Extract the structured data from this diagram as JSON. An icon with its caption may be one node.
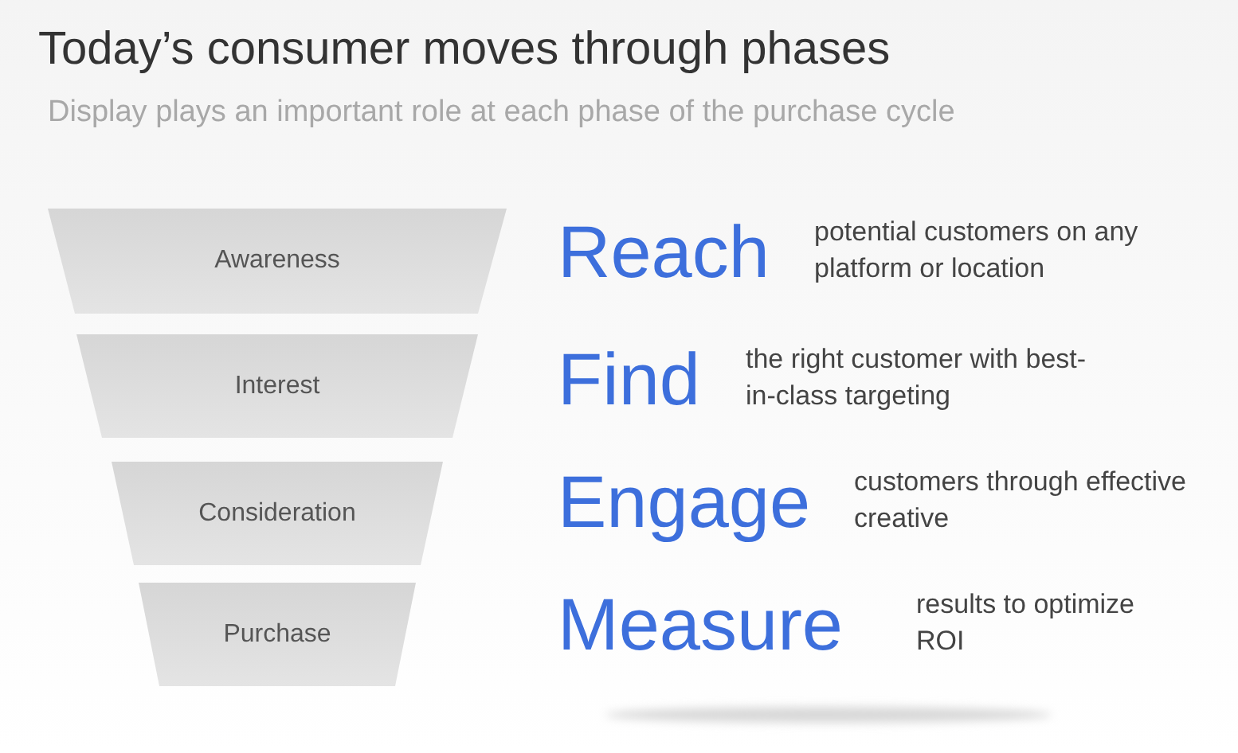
{
  "diagram": {
    "title": "Today’s consumer moves through phases",
    "caption": "Display plays an important role at each phase of the purchase cycle",
    "nodes": [
      {
        "text": [
          "Awareness"
        ]
      },
      {
        "text": [
          "Interest"
        ]
      },
      {
        "text": [
          "Consideration"
        ]
      },
      {
        "text": [
          "Purchase"
        ]
      }
    ],
    "labels": [
      "Reach",
      "potential customers on any platform or location",
      "Find",
      "the right customer with best-in-class targeting",
      "Engage",
      "customers through effective creative",
      "Measure",
      "results to optimize ROI"
    ]
  }
}
